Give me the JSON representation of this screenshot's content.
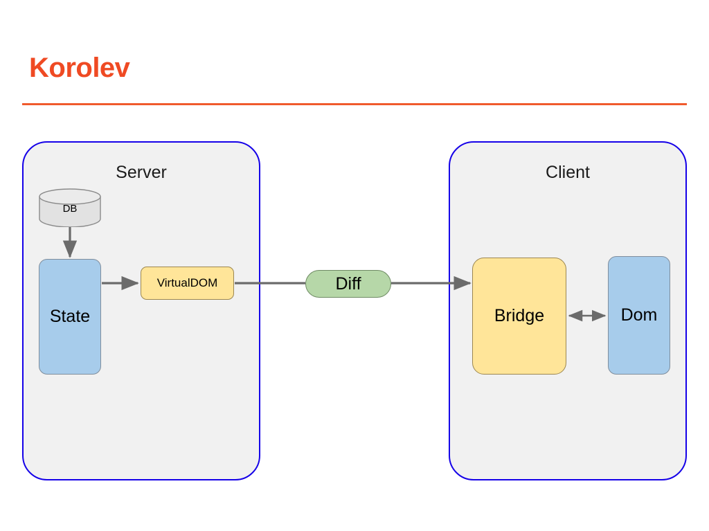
{
  "slide": {
    "title": "Korolev",
    "title_color": "#ef4a23",
    "rule_color": "#f05a2d",
    "background": "#ffffff"
  },
  "diagram": {
    "type": "architecture-flow",
    "regions": [
      {
        "id": "server",
        "label": "Server",
        "fill": "#f1f1f1",
        "border": "#1500e8"
      },
      {
        "id": "client",
        "label": "Client",
        "fill": "#f1f1f1",
        "border": "#1500e8"
      }
    ],
    "nodes": [
      {
        "id": "db",
        "label": "DB",
        "shape": "cylinder",
        "fill": "#e0e0e0",
        "region": "server"
      },
      {
        "id": "state",
        "label": "State",
        "shape": "rounded-rect",
        "fill": "#a7cceb",
        "region": "server"
      },
      {
        "id": "virtualdom",
        "label": "VirtualDOM",
        "shape": "rounded-rect",
        "fill": "#ffe599",
        "region": "server"
      },
      {
        "id": "diff",
        "label": "Diff",
        "shape": "stadium",
        "fill": "#b6d7a8",
        "region": "between"
      },
      {
        "id": "bridge",
        "label": "Bridge",
        "shape": "rounded-rect",
        "fill": "#ffe599",
        "region": "client"
      },
      {
        "id": "dom",
        "label": "Dom",
        "shape": "rounded-rect",
        "fill": "#a7cceb",
        "region": "client"
      }
    ],
    "edges": [
      {
        "from": "db",
        "to": "state",
        "direction": "one-way"
      },
      {
        "from": "state",
        "to": "virtualdom",
        "direction": "one-way"
      },
      {
        "from": "virtualdom",
        "to": "diff",
        "direction": "one-way"
      },
      {
        "from": "diff",
        "to": "bridge",
        "direction": "one-way"
      },
      {
        "from": "bridge",
        "to": "dom",
        "direction": "two-way"
      }
    ],
    "edge_color": "#6b6b6b"
  }
}
